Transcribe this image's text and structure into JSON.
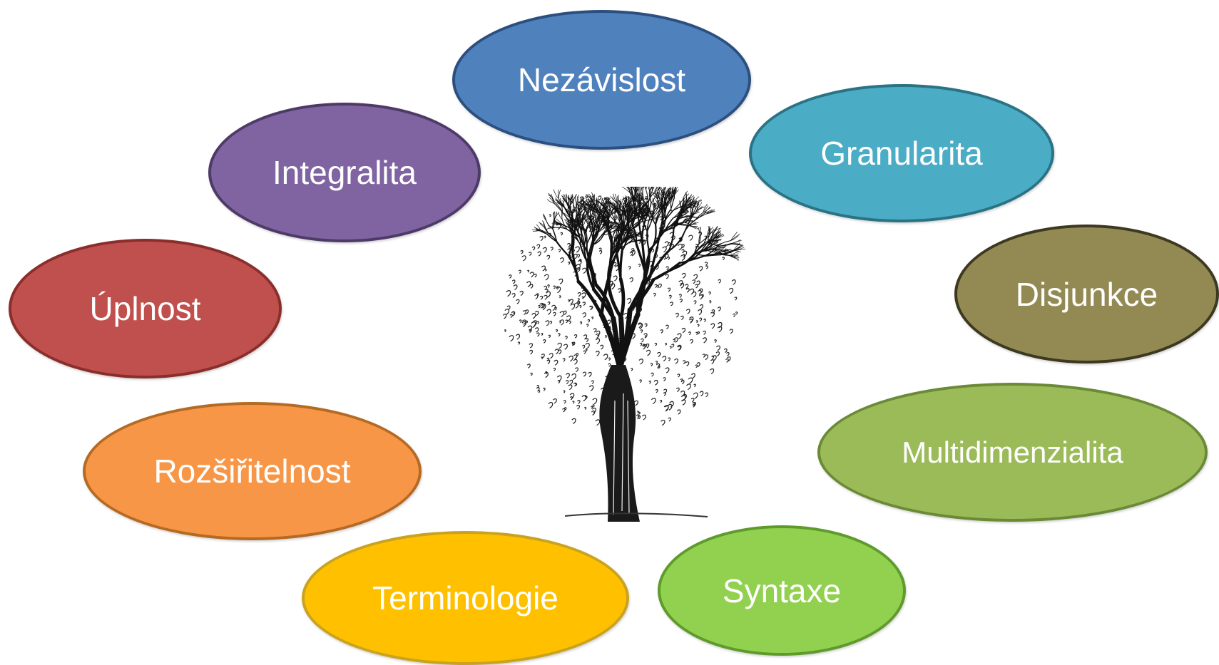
{
  "nodes": [
    {
      "id": "nezavislost",
      "label": "Nezávislost",
      "fill": "#4f81bd",
      "border": "#2b4f7e"
    },
    {
      "id": "granularita",
      "label": "Granularita",
      "fill": "#4bacc6",
      "border": "#2a7384"
    },
    {
      "id": "disjunkce",
      "label": "Disjunkce",
      "fill": "#938953",
      "border": "#3c3920"
    },
    {
      "id": "multidimenzialita",
      "label": "Multidimenzialita",
      "fill": "#9bbb59",
      "border": "#6a8a36"
    },
    {
      "id": "syntaxe",
      "label": "Syntaxe",
      "fill": "#92d050",
      "border": "#5f9b2b"
    },
    {
      "id": "terminologie",
      "label": "Terminologie",
      "fill": "#ffc000",
      "border": "#c9a320"
    },
    {
      "id": "rozsiritelnost",
      "label": "Rozšiřitelnost",
      "fill": "#f79646",
      "border": "#b56a24"
    },
    {
      "id": "uplnost",
      "label": "Úplnost",
      "fill": "#c0504d",
      "border": "#8a2e2c"
    },
    {
      "id": "integralita",
      "label": "Integralita",
      "fill": "#8064a2",
      "border": "#4e3a66"
    }
  ],
  "center_image": "tree-illustration"
}
